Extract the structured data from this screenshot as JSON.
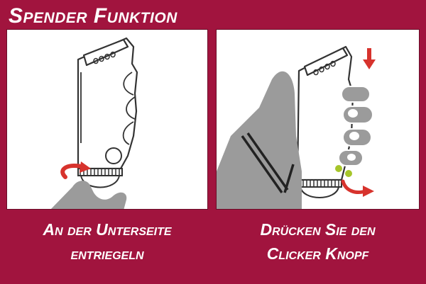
{
  "title": "Spender Funktion",
  "steps": [
    {
      "caption_line1": "An der Unterseite",
      "caption_line2": "entriegeln"
    },
    {
      "caption_line1": "Drücken Sie den",
      "caption_line2": "Clicker Knopf"
    }
  ],
  "colors": {
    "background": "#a1143e",
    "panel": "#ffffff",
    "hand": "#9b9b9b",
    "arrow": "#d7332d",
    "clicker_ball": "#a6c52a",
    "outline": "#333333"
  },
  "icons": [
    "rotate-arrow-icon",
    "down-arrow-icon",
    "curved-arrow-icon"
  ]
}
